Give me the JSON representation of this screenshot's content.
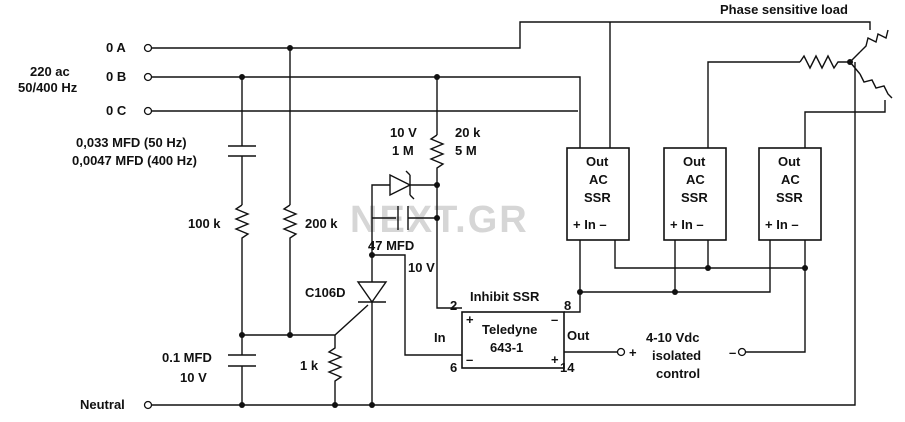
{
  "title": "Phase sensitive load",
  "watermark": "NEXT.GR",
  "supply": {
    "line1": "220 ac",
    "line2": "50/400 Hz",
    "phase_a": "0 A",
    "phase_b": "0 B",
    "phase_c": "0 C",
    "neutral": "Neutral"
  },
  "components": {
    "cap1_line1": "0,033 MFD (50 Hz)",
    "cap1_line2": "0,0047 MFD (400 Hz)",
    "r_100k": "100 k",
    "r_200k": "200 k",
    "cap2_line1": "0.1 MFD",
    "cap2_line2": "10 V",
    "r_1k": "1 k",
    "scr": "C106D",
    "zener_line1": "10 V",
    "zener_line2": "1 M",
    "r_20k_line1": "20 k",
    "r_20k_line2": "5 M",
    "cap3_line1": "47 MFD",
    "cap3_line2": "10 V"
  },
  "inhibit": {
    "title": "Inhibit SSR",
    "name_line1": "Teledyne",
    "name_line2": "643-1",
    "in_label": "In",
    "out_label": "Out",
    "pin2": "2",
    "pin6": "6",
    "pin8": "8",
    "pin14": "14",
    "plus": "+",
    "minus": "–"
  },
  "ssr": {
    "line1": "Out",
    "line2": "AC",
    "line3": "SSR",
    "line4": "+ In –"
  },
  "control": {
    "line1": "4-10 Vdc",
    "line2": "isolated",
    "line3": "control",
    "plus": "+",
    "minus": "–"
  }
}
